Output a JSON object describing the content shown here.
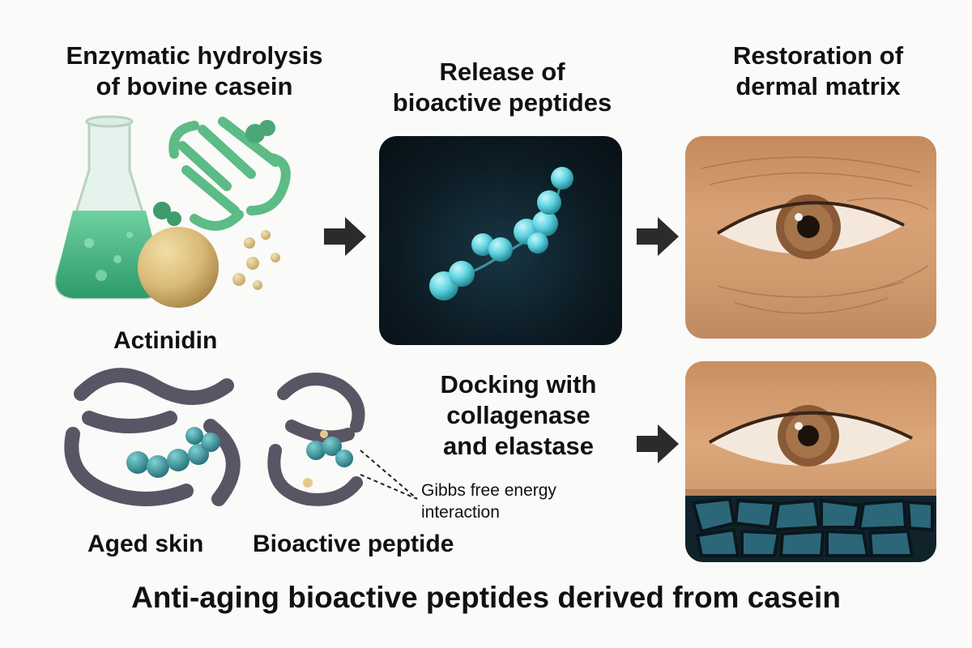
{
  "headings": {
    "step1": "Enzymatic hydrolysis\nof bovine casein",
    "step2": "Release of\nbioactive peptides",
    "step3": "Restoration of\ndermal matrix",
    "docking": "Docking with\ncollagenase\nand elastase"
  },
  "labels": {
    "actinidin": "Actinidin",
    "aged_skin": "Aged skin",
    "bioactive_peptide": "Bioactive peptide",
    "gibbs": "Gibbs free energy\ninteraction"
  },
  "footer": "Anti-aging bioactive peptides derived from casein",
  "colors": {
    "flask_liquid": "#3fae7f",
    "casein_ribbon": "#5dbb86",
    "actinidin_sphere": "#d9b974",
    "peptide_glow": "#5fd3e0",
    "enzyme_ribbon": "#5a5565",
    "peptide_ball": "#2f8f96",
    "arrow": "#2b2b2b",
    "dark_panel": "#0c1a22"
  }
}
